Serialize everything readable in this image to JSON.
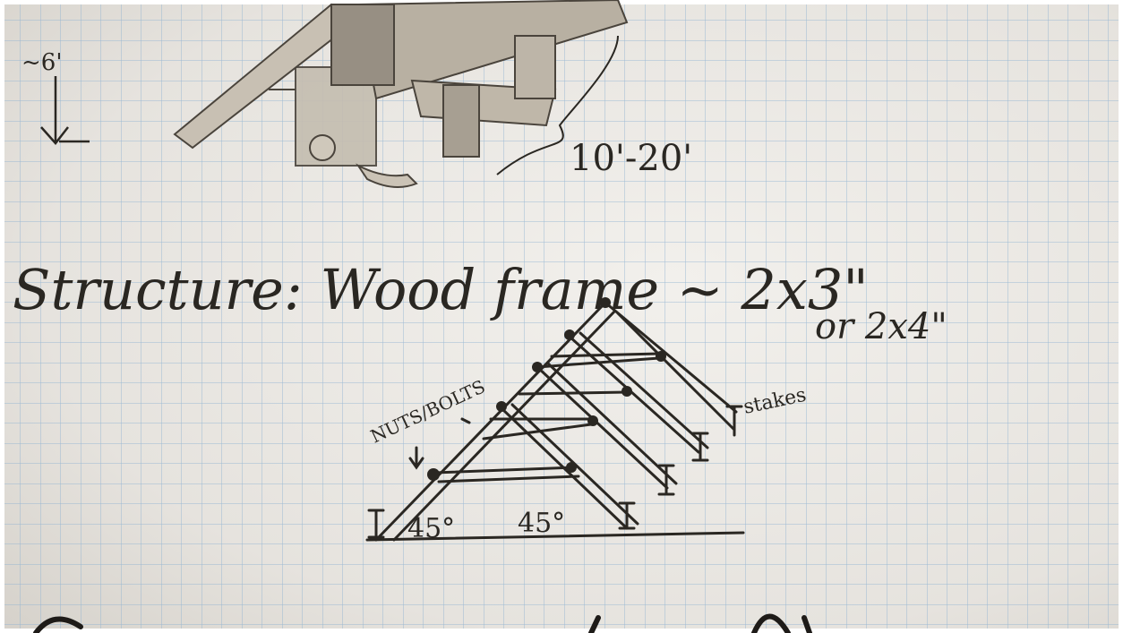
{
  "sketch": {
    "top_height_label": "~6'",
    "top_span_label": "10'-20'",
    "headline": "Structure: Wood frame ~ 2x3\"",
    "alt_size": "or 2x4\"",
    "nuts_label": "NUTS/BOLTS",
    "stakes_label": "stakes",
    "angle_left": "45°",
    "angle_right": "45°"
  },
  "colors": {
    "paper": "#eceae6",
    "grid": "#7fa6c7",
    "pencil": "#2a2722"
  }
}
